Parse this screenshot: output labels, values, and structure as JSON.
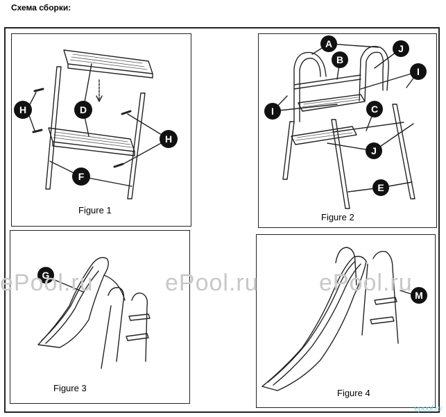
{
  "header": {
    "title": "Схема сборки:"
  },
  "figures": [
    {
      "label": "Figure 1"
    },
    {
      "label": "Figure 2"
    },
    {
      "label": "Figure 3"
    },
    {
      "label": "Figure 4"
    }
  ],
  "callouts": {
    "fig1": [
      "H",
      "D",
      "H",
      "F"
    ],
    "fig2": [
      "A",
      "J",
      "B",
      "I",
      "I",
      "C",
      "J",
      "E"
    ],
    "fig3": [
      "G"
    ],
    "fig4": [
      "M"
    ]
  },
  "watermark": {
    "text": "ePool.ru",
    "corner": "epool.ru"
  }
}
